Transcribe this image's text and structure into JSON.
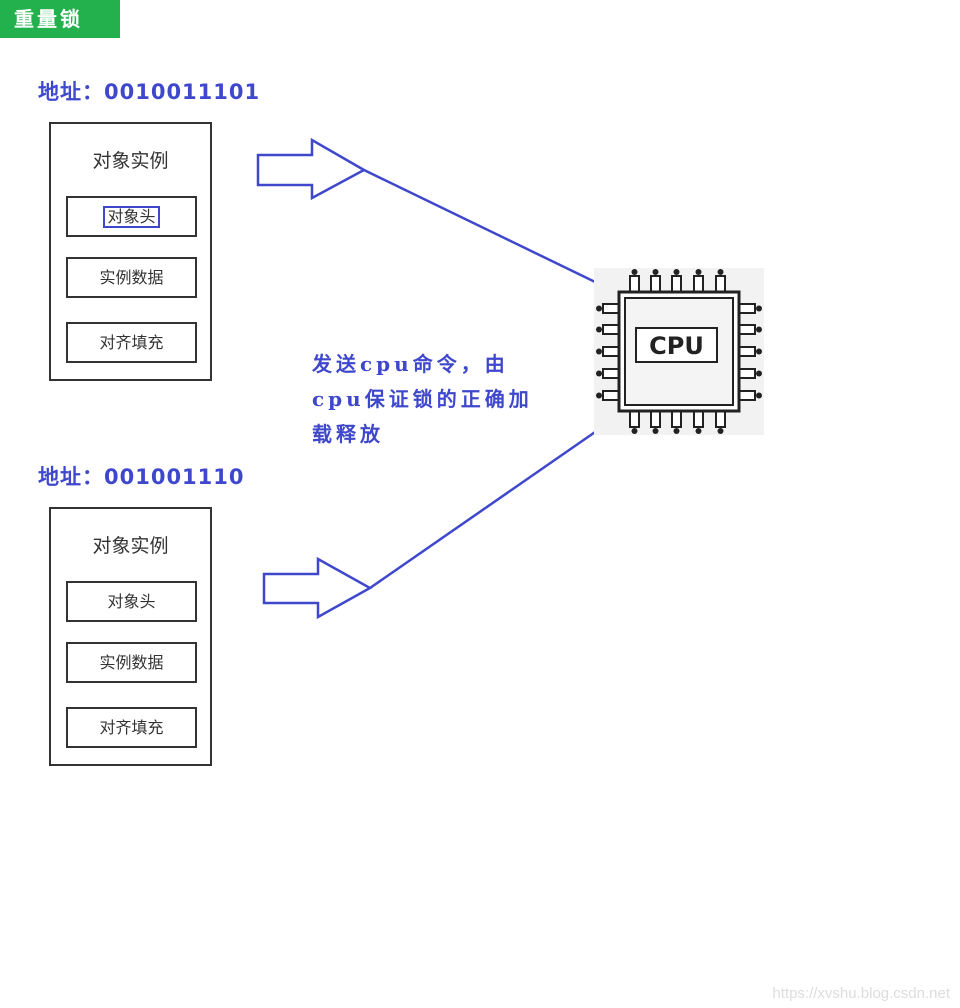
{
  "header": {
    "title": "重量锁"
  },
  "objects": [
    {
      "address": "地址：0010011101",
      "title": "对象实例",
      "fields": [
        "对象头",
        "实例数据",
        "对齐填充"
      ],
      "header_highlighted": true
    },
    {
      "address": "地址：001001110",
      "title": "对象实例",
      "fields": [
        "对象头",
        "实例数据",
        "对齐填充"
      ],
      "header_highlighted": false
    }
  ],
  "cpu": {
    "label": "CPU"
  },
  "note": {
    "text": "发送cpu命令，由cpu保证锁的正确加载释放"
  },
  "colors": {
    "badge": "#22b14c",
    "accent": "#3f48cc",
    "border": "#333333"
  },
  "watermark": "https://xvshu.blog.csdn.net"
}
